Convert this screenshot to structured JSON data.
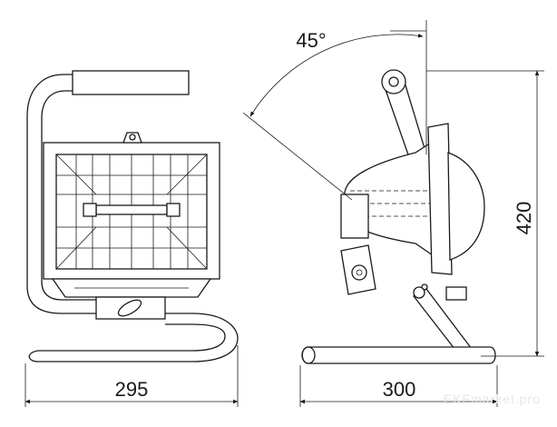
{
  "dimensions": {
    "width_front": "295",
    "depth_side": "300",
    "height_side": "420",
    "tilt_angle": "45°"
  },
  "watermark": "EKFmarket.pro",
  "colors": {
    "line": "#1a1a1a",
    "background": "#ffffff"
  }
}
